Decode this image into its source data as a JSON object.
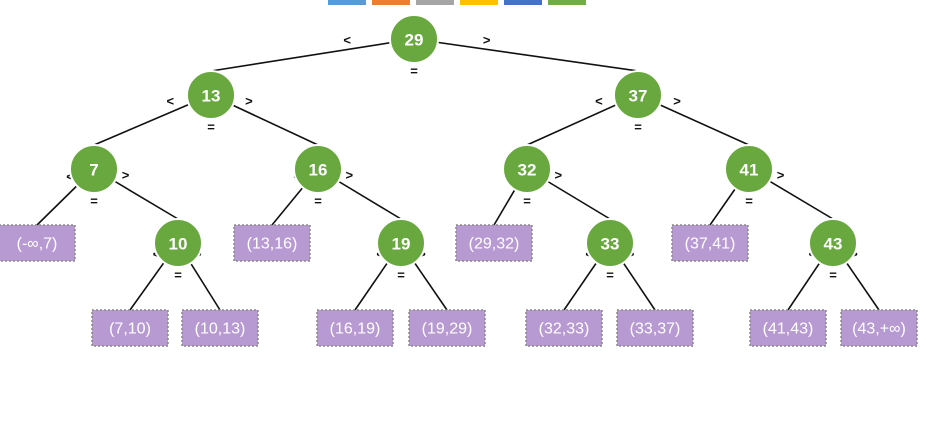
{
  "palette": {
    "node_fill": "#68a83f",
    "node_stroke": "#ffffff",
    "node_text": "#ffffff",
    "leaf_fill": "#b89ad3",
    "leaf_border": "#8a8a8a",
    "leaf_text": "#ffffff",
    "edge": "#111111",
    "comparator_text": "#111111"
  },
  "swatches": [
    "#5b9bd5",
    "#ed7d31",
    "#a5a5a5",
    "#ffc000",
    "#4472c4",
    "#70ad47"
  ],
  "comparators": {
    "less": "<",
    "equal": "=",
    "greater": ">"
  },
  "nodes": [
    {
      "id": "n29",
      "label": "29",
      "left": "n13",
      "right": "n37"
    },
    {
      "id": "n13",
      "label": "13",
      "left": "n7",
      "right": "n16"
    },
    {
      "id": "n37",
      "label": "37",
      "left": "n32",
      "right": "n41"
    },
    {
      "id": "n7",
      "label": "7",
      "left": "l1",
      "right": "n10"
    },
    {
      "id": "n16",
      "label": "16",
      "left": "l4",
      "right": "n19"
    },
    {
      "id": "n32",
      "label": "32",
      "left": "l7",
      "right": "n33"
    },
    {
      "id": "n41",
      "label": "41",
      "left": "l10",
      "right": "n43"
    },
    {
      "id": "n10",
      "label": "10",
      "left": "l2",
      "right": "l3"
    },
    {
      "id": "n19",
      "label": "19",
      "left": "l5",
      "right": "l6"
    },
    {
      "id": "n33",
      "label": "33",
      "left": "l8",
      "right": "l9"
    },
    {
      "id": "n43",
      "label": "43",
      "left": "l11",
      "right": "l12"
    }
  ],
  "leaves": [
    {
      "id": "l1",
      "label": "(-∞,7)"
    },
    {
      "id": "l2",
      "label": "(7,10)"
    },
    {
      "id": "l3",
      "label": "(10,13)"
    },
    {
      "id": "l4",
      "label": "(13,16)"
    },
    {
      "id": "l5",
      "label": "(16,19)"
    },
    {
      "id": "l6",
      "label": "(19,29)"
    },
    {
      "id": "l7",
      "label": "(29,32)"
    },
    {
      "id": "l8",
      "label": "(32,33)"
    },
    {
      "id": "l9",
      "label": "(33,37)"
    },
    {
      "id": "l10",
      "label": "(37,41)"
    },
    {
      "id": "l11",
      "label": "(41,43)"
    },
    {
      "id": "l12",
      "label": "(43,+∞)"
    }
  ]
}
